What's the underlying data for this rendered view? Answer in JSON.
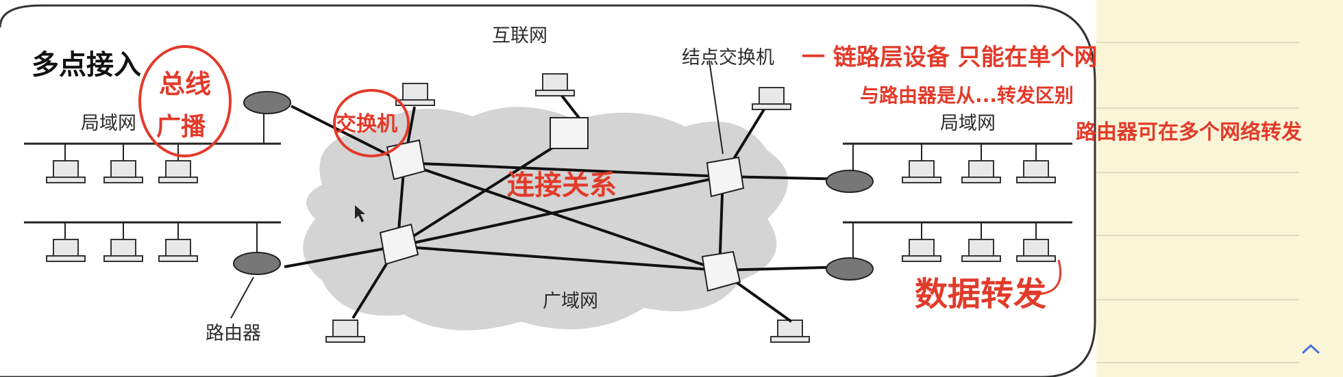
{
  "diagram": {
    "labels": {
      "internet": "互联网",
      "lan_left": "局域网",
      "lan_right": "局域网",
      "node_switch": "结点交换机",
      "wan": "广域网",
      "router": "路由器"
    }
  },
  "annotations": {
    "multipoint": "多点接入",
    "broadcast_line": "总线",
    "broadcast_tech": "广播",
    "switch_circle": "交换机",
    "link_layer": "一 链路层设备 只能在单个网络转发",
    "router_comparison": "与路由器是从...转发区别",
    "router_multi": "路由器可在多个网络转发",
    "connection": "连接关系",
    "data_forward": "数据转发"
  },
  "ui": {
    "scroll_up_icon": "chevron-up-icon"
  },
  "colors": {
    "annotation_red": "#e23a2a",
    "note_background": "#fbf5d8",
    "cloud_gray": "#d4d4d4"
  }
}
